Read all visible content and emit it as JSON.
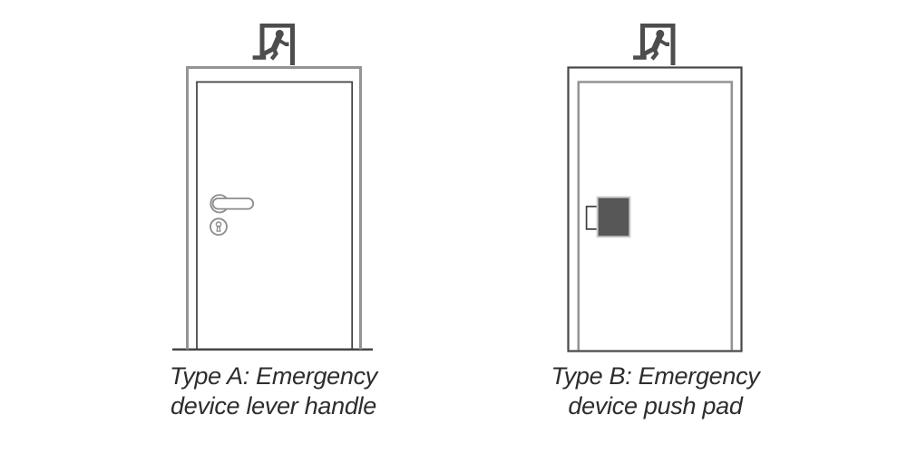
{
  "figures": {
    "type_a": {
      "label_line1": "Type A: Emergency",
      "label_line2": "device lever handle",
      "hardware_icon": "lever-handle-with-euro-cylinder-icon",
      "sign_icon": "emergency-exit-running-man-icon"
    },
    "type_b": {
      "label_line1": "Type B: Emergency",
      "label_line2": "device push pad",
      "hardware_icon": "push-pad-icon",
      "sign_icon": "emergency-exit-running-man-icon"
    }
  },
  "colors": {
    "background": "#ffffff",
    "sign": "#4d4d4d",
    "door_frame_gray": "#949494",
    "door_frame_dark": "#474747",
    "door_line_dark": "#3f3f3f",
    "hardware_outline": "#8c8c8c",
    "push_pad_fill": "#575757",
    "push_pad_border": "#cccccc",
    "text": "#2d2d2d"
  }
}
